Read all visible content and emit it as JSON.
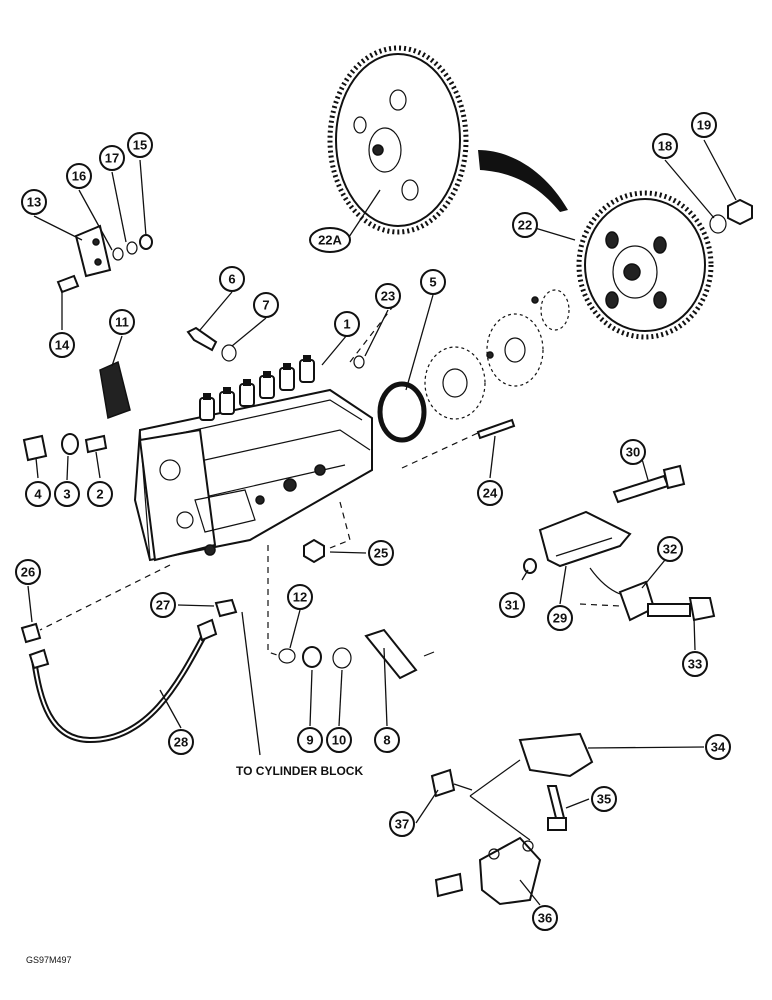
{
  "callouts": {
    "c1": "1",
    "c2": "2",
    "c3": "3",
    "c4": "4",
    "c5": "5",
    "c6": "6",
    "c7": "7",
    "c8": "8",
    "c9": "9",
    "c10": "10",
    "c11": "11",
    "c12": "12",
    "c13": "13",
    "c14": "14",
    "c15": "15",
    "c16": "16",
    "c17": "17",
    "c18": "18",
    "c19": "19",
    "c22": "22",
    "c22a": "22A",
    "c23": "23",
    "c24": "24",
    "c25": "25",
    "c26": "26",
    "c27": "27",
    "c28": "28",
    "c29": "29",
    "c30": "30",
    "c31": "31",
    "c32": "32",
    "c33": "33",
    "c34": "34",
    "c35": "35",
    "c36": "36",
    "c37": "37"
  },
  "labels": {
    "to_cylinder_block": "TO CYLINDER BLOCK",
    "figure_code": "GS97M497"
  },
  "icons": {
    "big_gear": "large-gear-icon",
    "pump_gear": "pump-gear-icon",
    "pump": "injection-pump-icon",
    "arrow": "curved-arrow-icon"
  }
}
